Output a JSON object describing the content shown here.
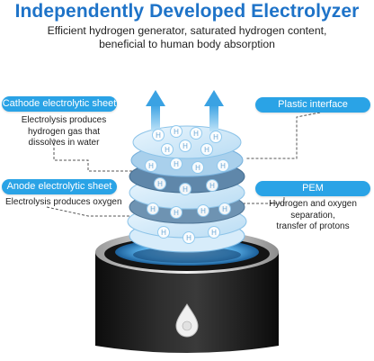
{
  "title": "Independently Developed Electrolyzer",
  "subtitle": "Efficient hydrogen generator, saturated hydrogen content, beneficial to human body absorption",
  "labels": {
    "cathode": {
      "title": "Cathode electrolytic sheet",
      "desc": [
        "Electrolysis produces",
        "hydrogen gas that",
        "dissolves in water"
      ]
    },
    "anode": {
      "title": "Anode electrolytic sheet",
      "desc": [
        "Electrolysis produces oxygen"
      ]
    },
    "plastic": {
      "title": "Plastic interface"
    },
    "pem": {
      "title": "PEM",
      "desc": [
        "Hydrogen and oxygen",
        "separation,",
        "transfer of protons"
      ]
    }
  },
  "bubble_symbol": "H",
  "colors": {
    "title_blue": "#1e73c8",
    "pill_blue": "#2aa3e6",
    "arrow_blue": "#4fb2ea",
    "base_black": "#1a1a1a"
  },
  "icons": [
    "up-arrow-icon",
    "power-button-icon"
  ]
}
